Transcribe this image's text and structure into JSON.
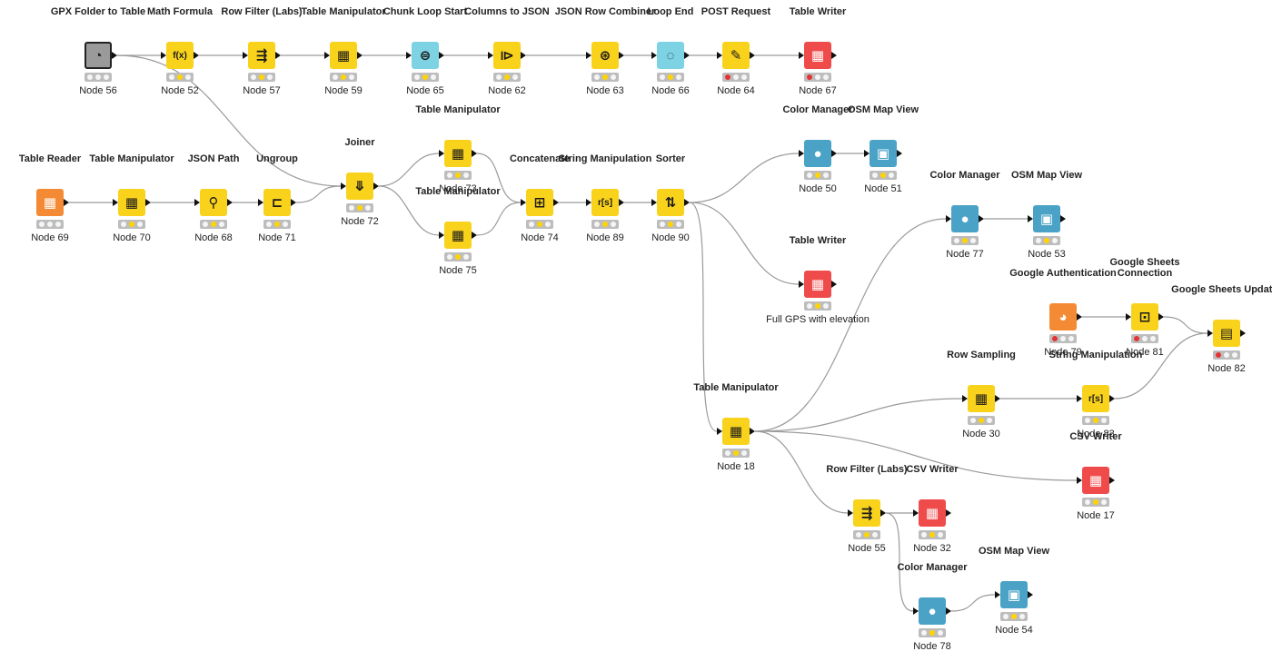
{
  "colors": {
    "edge": "#9a9a9a",
    "yellow": "#f9d21c",
    "red": "#f04b4b",
    "orange": "#f58a34",
    "blue": "#4aa3c6",
    "teal": "#7dd3e3"
  },
  "nodes": [
    {
      "id": "n56",
      "title": "GPX Folder to Table",
      "label": "Node 56",
      "color": "gray",
      "icon": "folder-icon",
      "glyph": "◔",
      "status": "none"
    },
    {
      "id": "n52",
      "title": "Math Formula",
      "label": "Node 52",
      "color": "yellow",
      "icon": "math-formula-icon",
      "glyph": "f(x)",
      "status": "yellow"
    },
    {
      "id": "n57",
      "title": "Row Filter (Labs)",
      "label": "Node 57",
      "color": "yellow",
      "icon": "row-filter-icon",
      "glyph": "⇶",
      "status": "yellow"
    },
    {
      "id": "n59",
      "title": "Table Manipulator",
      "label": "Node 59",
      "color": "yellow",
      "icon": "table-icon",
      "glyph": "▦",
      "status": "yellow"
    },
    {
      "id": "n65",
      "title": "Chunk Loop Start",
      "label": "Node 65",
      "color": "teal",
      "icon": "loop-start-icon",
      "glyph": "⊜",
      "status": "yellow"
    },
    {
      "id": "n62",
      "title": "Columns to JSON",
      "label": "Node 62",
      "color": "yellow",
      "icon": "json-icon",
      "glyph": "⧐",
      "status": "yellow"
    },
    {
      "id": "n63",
      "title": "JSON Row Combiner",
      "label": "Node 63",
      "color": "yellow",
      "icon": "json-combiner-icon",
      "glyph": "⊛",
      "status": "yellow"
    },
    {
      "id": "n66",
      "title": "Loop End",
      "label": "Node 66",
      "color": "teal",
      "icon": "loop-end-icon",
      "glyph": "◌",
      "status": "yellow"
    },
    {
      "id": "n64",
      "title": "POST Request",
      "label": "Node 64",
      "color": "yellow",
      "icon": "post-request-icon",
      "glyph": "✎",
      "status": "red"
    },
    {
      "id": "n67",
      "title": "Table Writer",
      "label": "Node 67",
      "color": "red",
      "icon": "table-writer-icon",
      "glyph": "▦",
      "status": "red"
    },
    {
      "id": "n69",
      "title": "Table Reader",
      "label": "Node 69",
      "color": "orange",
      "icon": "table-reader-icon",
      "glyph": "▦",
      "status": "none"
    },
    {
      "id": "n70",
      "title": "Table Manipulator",
      "label": "Node 70",
      "color": "yellow",
      "icon": "table-icon",
      "glyph": "▦",
      "status": "yellow"
    },
    {
      "id": "n68",
      "title": "JSON Path",
      "label": "Node 68",
      "color": "yellow",
      "icon": "json-path-icon",
      "glyph": "⚲",
      "status": "yellow"
    },
    {
      "id": "n71",
      "title": "Ungroup",
      "label": "Node 71",
      "color": "yellow",
      "icon": "ungroup-icon",
      "glyph": "⊏",
      "status": "yellow"
    },
    {
      "id": "n72",
      "title": "Joiner",
      "label": "Node 72",
      "color": "yellow",
      "icon": "joiner-icon",
      "glyph": "⤋",
      "status": "yellow"
    },
    {
      "id": "n73",
      "title": "Table Manipulator",
      "label": "Node 73",
      "color": "yellow",
      "icon": "table-icon",
      "glyph": "▦",
      "status": "yellow"
    },
    {
      "id": "n75",
      "title": "Table Manipulator",
      "label": "Node 75",
      "color": "yellow",
      "icon": "table-icon",
      "glyph": "▦",
      "status": "yellow"
    },
    {
      "id": "n74",
      "title": "Concatenate",
      "label": "Node 74",
      "color": "yellow",
      "icon": "concatenate-icon",
      "glyph": "⊞",
      "status": "yellow"
    },
    {
      "id": "n89",
      "title": "String Manipulation",
      "label": "Node 89",
      "color": "yellow",
      "icon": "string-manipulation-icon",
      "glyph": "r[s]",
      "status": "yellow"
    },
    {
      "id": "n90",
      "title": "Sorter",
      "label": "Node 90",
      "color": "yellow",
      "icon": "sorter-icon",
      "glyph": "⇅",
      "status": "yellow"
    },
    {
      "id": "n50",
      "title": "Color Manager",
      "label": "Node 50",
      "color": "blue",
      "icon": "color-manager-icon",
      "glyph": "●",
      "status": "yellow"
    },
    {
      "id": "n51",
      "title": "OSM Map View",
      "label": "Node 51",
      "color": "blue",
      "icon": "map-view-icon",
      "glyph": "▣",
      "status": "yellow"
    },
    {
      "id": "nTW",
      "title": "Table Writer",
      "label": "Full GPS with elevation",
      "color": "red",
      "icon": "table-writer-icon",
      "glyph": "▦",
      "status": "yellow"
    },
    {
      "id": "n77",
      "title": "Color Manager",
      "label": "Node 77",
      "color": "blue",
      "icon": "color-manager-icon",
      "glyph": "●",
      "status": "yellow"
    },
    {
      "id": "n53",
      "title": "OSM Map View",
      "label": "Node 53",
      "color": "blue",
      "icon": "map-view-icon",
      "glyph": "▣",
      "status": "yellow"
    },
    {
      "id": "n79",
      "title": "Google Authentication",
      "label": "Node 79",
      "color": "orange",
      "icon": "google-auth-icon",
      "glyph": "◕",
      "status": "warn"
    },
    {
      "id": "n81",
      "title": "Google Sheets Connection",
      "label": "Node 81",
      "color": "yellow",
      "icon": "sheets-connection-icon",
      "glyph": "⊡",
      "status": "red"
    },
    {
      "id": "n82",
      "title": "Google Sheets Updater",
      "label": "Node 82",
      "color": "yellow",
      "icon": "sheets-updater-icon",
      "glyph": "▤",
      "status": "red"
    },
    {
      "id": "n30",
      "title": "Row Sampling",
      "label": "Node 30",
      "color": "yellow",
      "icon": "row-sampling-icon",
      "glyph": "▦",
      "status": "yellow"
    },
    {
      "id": "n83",
      "title": "String Manipulation",
      "label": "Node 83",
      "color": "yellow",
      "icon": "string-manipulation-icon",
      "glyph": "r[s]",
      "status": "yellow"
    },
    {
      "id": "n18",
      "title": "Table Manipulator",
      "label": "Node 18",
      "color": "yellow",
      "icon": "table-icon",
      "glyph": "▦",
      "status": "yellow"
    },
    {
      "id": "n17",
      "title": "CSV Writer",
      "label": "Node 17",
      "color": "red",
      "icon": "csv-writer-icon",
      "glyph": "▦",
      "status": "yellow"
    },
    {
      "id": "n55",
      "title": "Row Filter (Labs)",
      "label": "Node 55",
      "color": "yellow",
      "icon": "row-filter-icon",
      "glyph": "⇶",
      "status": "yellow"
    },
    {
      "id": "n32",
      "title": "CSV Writer",
      "label": "Node 32",
      "color": "red",
      "icon": "csv-writer-icon",
      "glyph": "▦",
      "status": "yellow"
    },
    {
      "id": "n78",
      "title": "Color Manager",
      "label": "Node 78",
      "color": "blue",
      "icon": "color-manager-icon",
      "glyph": "●",
      "status": "yellow"
    },
    {
      "id": "n54",
      "title": "OSM Map View",
      "label": "Node 54",
      "color": "blue",
      "icon": "map-view-icon",
      "glyph": "▣",
      "status": "yellow"
    }
  ],
  "edges": [
    [
      "n56",
      "n52"
    ],
    [
      "n52",
      "n57"
    ],
    [
      "n57",
      "n59"
    ],
    [
      "n59",
      "n65"
    ],
    [
      "n65",
      "n62"
    ],
    [
      "n62",
      "n63"
    ],
    [
      "n63",
      "n66"
    ],
    [
      "n66",
      "n64"
    ],
    [
      "n64",
      "n67"
    ],
    [
      "n56",
      "n72"
    ],
    [
      "n69",
      "n70"
    ],
    [
      "n70",
      "n68"
    ],
    [
      "n68",
      "n71"
    ],
    [
      "n71",
      "n72"
    ],
    [
      "n72",
      "n73"
    ],
    [
      "n72",
      "n75"
    ],
    [
      "n73",
      "n74"
    ],
    [
      "n75",
      "n74"
    ],
    [
      "n74",
      "n89"
    ],
    [
      "n89",
      "n90"
    ],
    [
      "n90",
      "n50"
    ],
    [
      "n50",
      "n51"
    ],
    [
      "n90",
      "nTW"
    ],
    [
      "n90",
      "n18"
    ],
    [
      "n18",
      "n77"
    ],
    [
      "n77",
      "n53"
    ],
    [
      "n18",
      "n30"
    ],
    [
      "n30",
      "n83"
    ],
    [
      "n83",
      "n82"
    ],
    [
      "n79",
      "n81"
    ],
    [
      "n81",
      "n82"
    ],
    [
      "n18",
      "n17"
    ],
    [
      "n18",
      "n55"
    ],
    [
      "n55",
      "n32"
    ],
    [
      "n55",
      "n78"
    ],
    [
      "n78",
      "n54"
    ]
  ]
}
